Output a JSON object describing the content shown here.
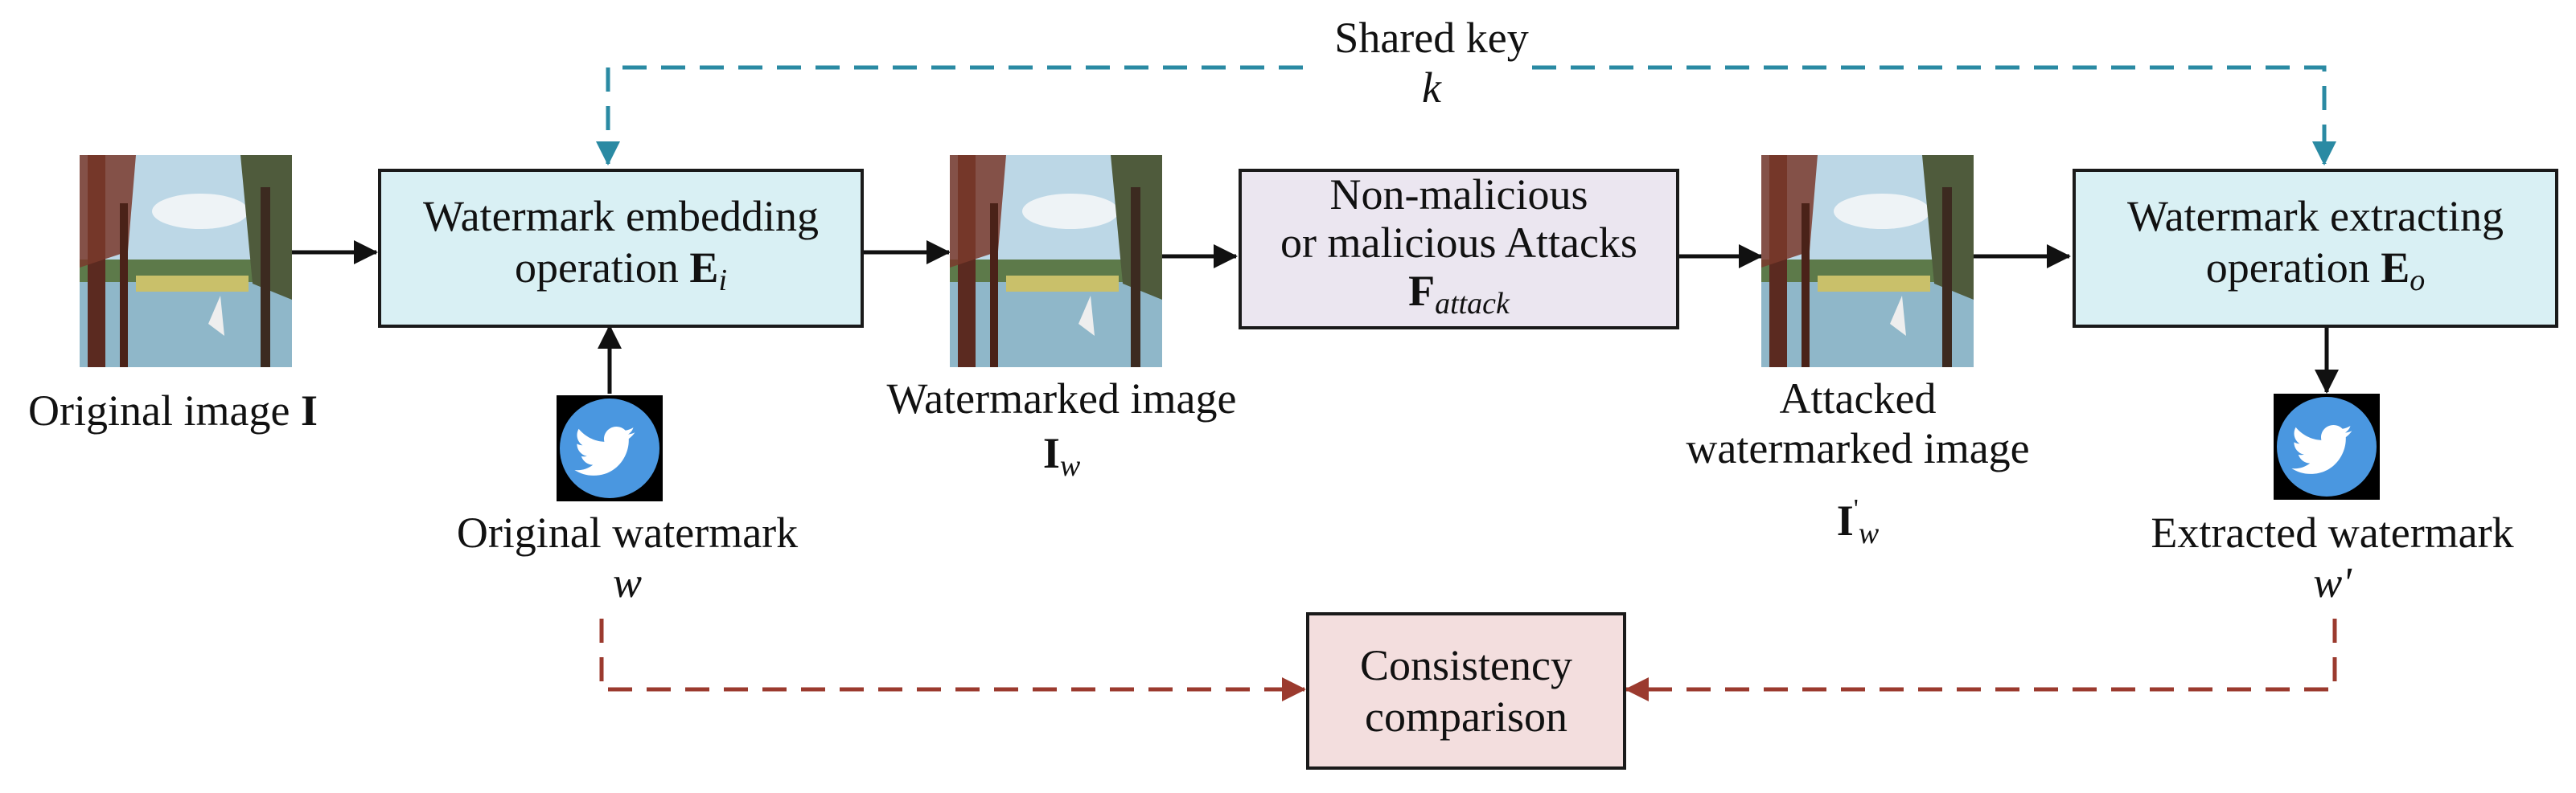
{
  "labels": {
    "shared_key": "Shared key",
    "key_symbol": "k",
    "original_image": "Original image",
    "original_image_symbol": "I",
    "original_watermark": "Original watermark",
    "original_watermark_symbol": "w",
    "watermarked_image": "Watermarked image",
    "watermarked_symbol": "I",
    "watermarked_sub": "w",
    "attacked_line1": "Attacked",
    "attacked_line2": "watermarked image",
    "attacked_symbol": "I",
    "attacked_prime": "'",
    "attacked_sub": "w",
    "extracted_watermark": "Extracted watermark",
    "extracted_symbol": "w'"
  },
  "boxes": {
    "embed_line1": "Watermark embedding",
    "embed_line2": "operation ",
    "embed_symbol": "E",
    "embed_sub": "i",
    "attack_line1": "Non-malicious",
    "attack_line2": "or malicious Attacks",
    "attack_symbol": "F",
    "attack_sub": "attack",
    "extract_line1": "Watermark extracting",
    "extract_line2": "operation ",
    "extract_symbol": "E",
    "extract_sub": "o",
    "compare_line1": "Consistency",
    "compare_line2": "comparison"
  },
  "colors": {
    "embed_fill": "#d9f0f4",
    "attack_fill": "#ebe6f0",
    "compare_fill": "#f3dede",
    "key_arrow": "#2a8aa3",
    "compare_arrow": "#9b3a2e",
    "logo_blue": "#4a97e0"
  },
  "icons": {
    "image_thumbnail": "landscape-photo-icon",
    "watermark_logo": "twitter-bird-icon"
  }
}
